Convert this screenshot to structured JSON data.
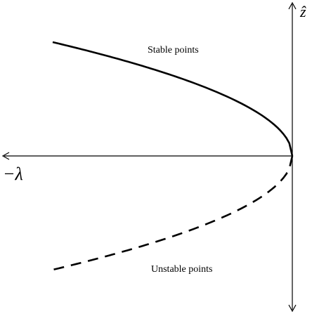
{
  "labels": {
    "stable": "Stable points",
    "unstable": "Unstable points",
    "horizontal_axis": "−λ",
    "vertical_axis": "ẑ"
  },
  "curves": {
    "stable": {
      "style": "solid"
    },
    "unstable": {
      "style": "dashed"
    }
  },
  "colors": {
    "line": "#000000",
    "background": "#ffffff"
  }
}
